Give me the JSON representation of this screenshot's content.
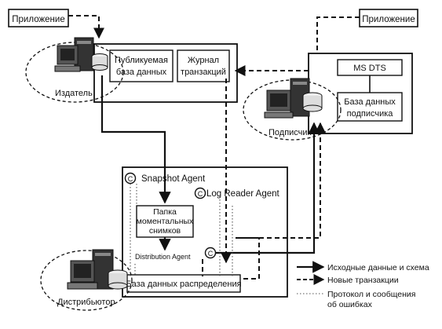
{
  "nodes": {
    "app_left": "Приложение",
    "app_right": "Приложение",
    "publisher": "Издатель",
    "subscriber": "Подписчик",
    "distributor": "Дистрибьютор",
    "published_db": [
      "Публикуемая",
      "база данных"
    ],
    "transaction_log": [
      "Журнал",
      "транзакций"
    ],
    "ms_dts": "MS DTS",
    "subscriber_db": [
      "База данных",
      "подписчика"
    ],
    "snapshot_agent": "Snapshot Agent",
    "log_reader_agent": "Log Reader Agent",
    "snapshot_folder": [
      "Папка",
      "моментальных",
      "снимков"
    ],
    "distribution_agent": "Distribution Agent",
    "distribution_db": "База данных распределения"
  },
  "legend": {
    "source_data": "Исходные данные и схема",
    "new_transactions": "Новые транзакции",
    "protocol": [
      "Протокол и сообщения",
      "об ошибках"
    ]
  }
}
